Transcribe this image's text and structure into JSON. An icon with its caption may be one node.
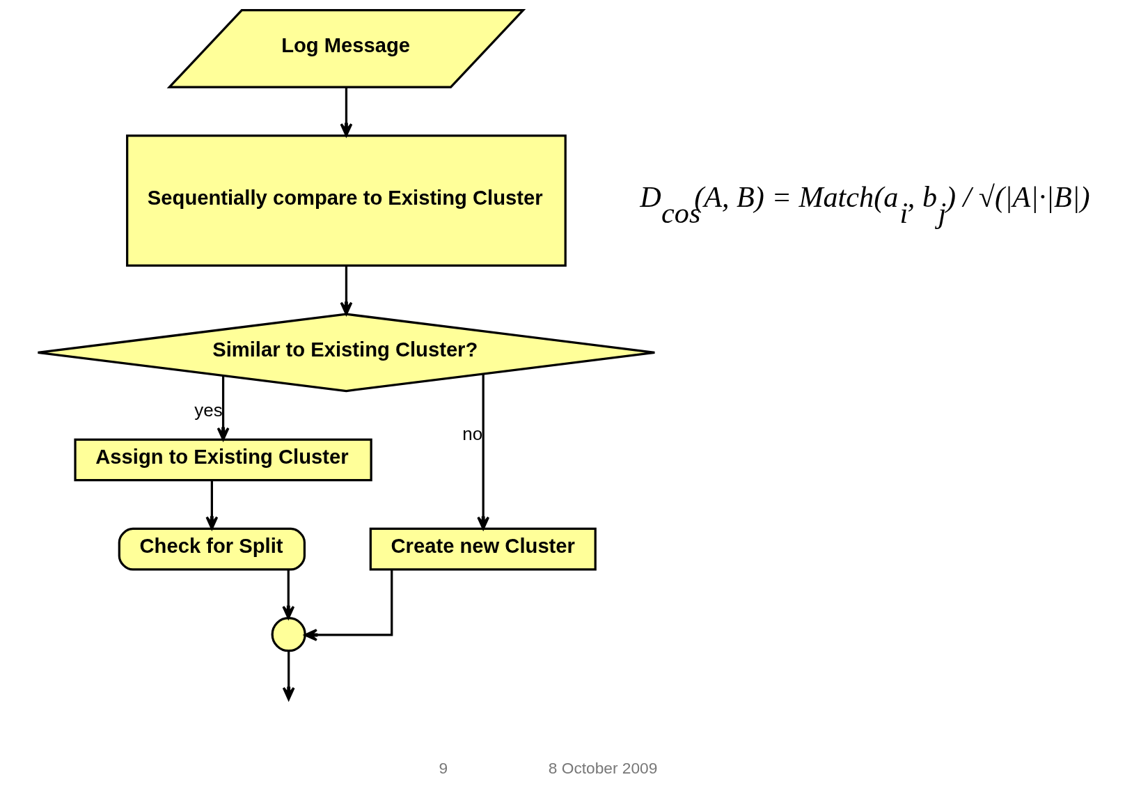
{
  "diagram": {
    "nodes": [
      {
        "text": [
          "Log Message"
        ]
      },
      {
        "text": [
          "Sequentially compare to Existing Cluster"
        ]
      },
      {
        "text": [
          "Similar to Existing Cluster?"
        ]
      },
      {
        "text": [
          "Create new Cluster"
        ]
      },
      {
        "text": [
          "Assign to Existing Cluster"
        ]
      },
      {
        "text": [
          "Check for Split"
        ]
      },
      {
        "text": [],
        "shape": "circle"
      }
    ],
    "edges": [
      {
        "from": 0,
        "to": 1,
        "arrow": "to"
      },
      {
        "from": 1,
        "to": 2,
        "arrow": "to"
      },
      {
        "from": 2,
        "to": 3,
        "label": "no",
        "arrow": "to"
      },
      {
        "from": 2,
        "to": 4,
        "label": "yes",
        "arrow": "to"
      },
      {
        "from": 4,
        "to": 5,
        "arrow": "to"
      },
      {
        "from": 3,
        "to": 6,
        "arrow": "to"
      },
      {
        "from": 5,
        "to": 6,
        "arrow": "to"
      },
      {
        "from": 6,
        "to": null,
        "arrow": "to"
      }
    ],
    "labels": [
      "D$_{cos}$(A, B) = Match(a$_{i}$, b$_{j}$) / √(|A|·|B|)",
      "9",
      "8 October 2009"
    ]
  }
}
